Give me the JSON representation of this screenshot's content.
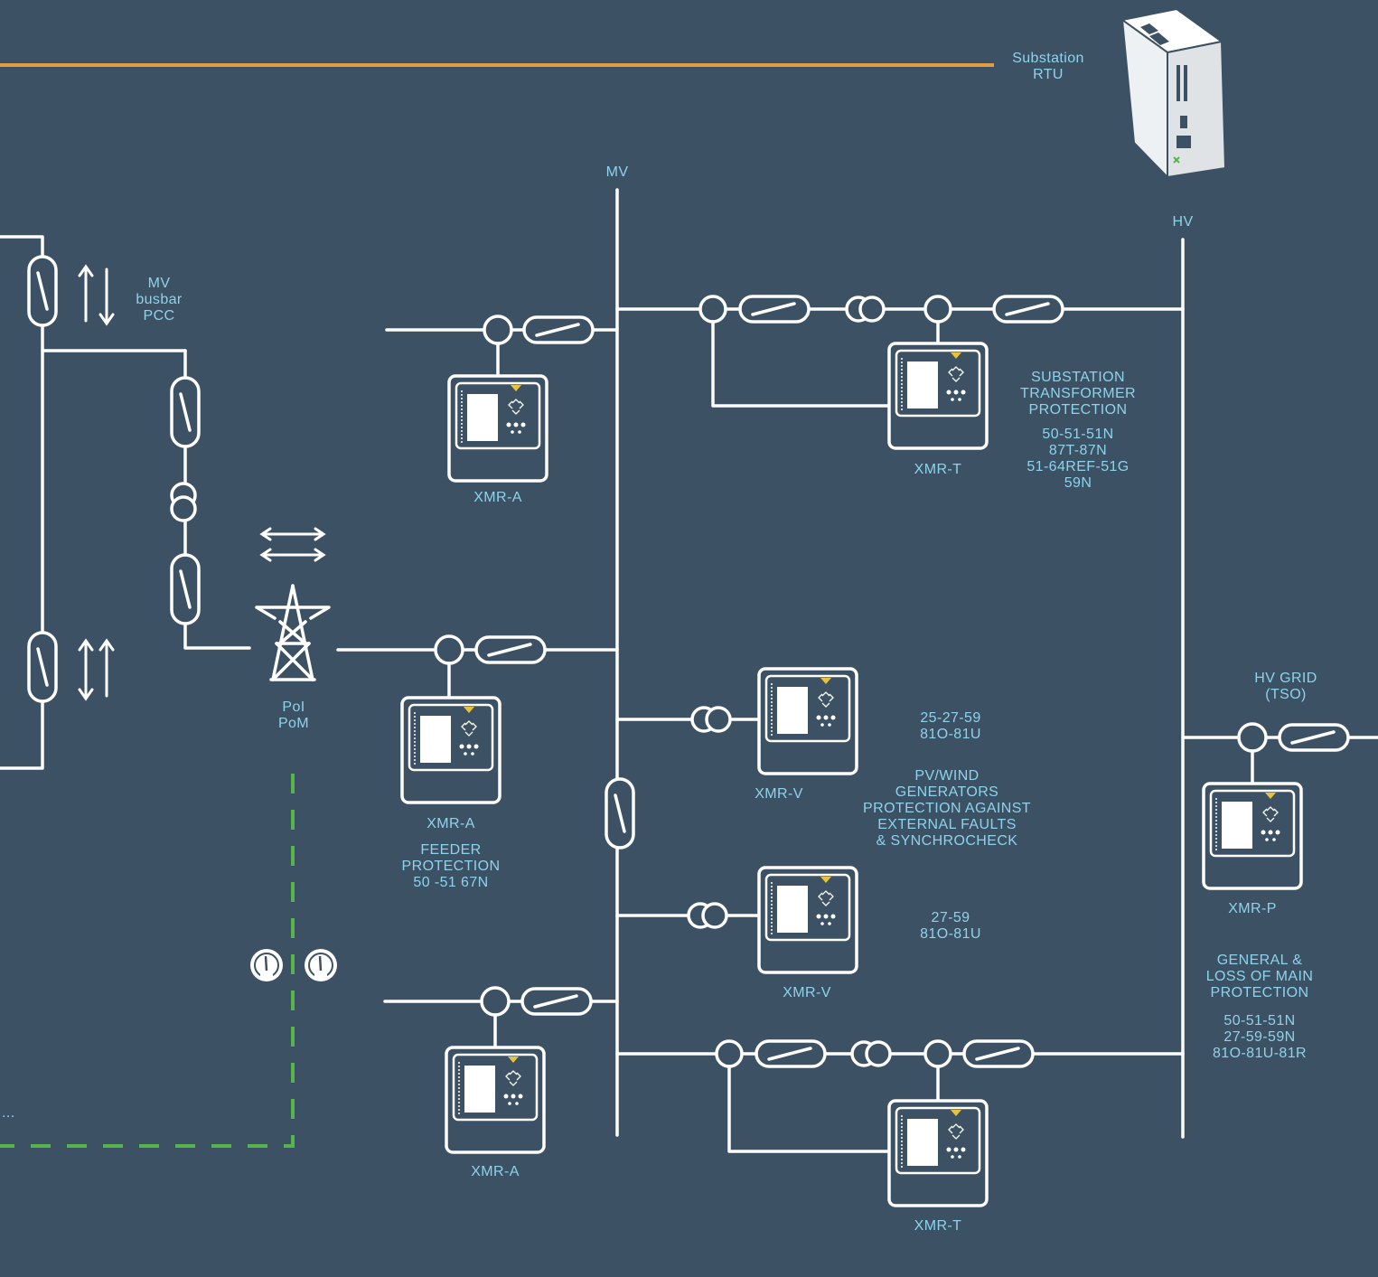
{
  "labels": {
    "substation_rtu": [
      "Substation",
      "RTU"
    ],
    "mv": "MV",
    "hv": "HV",
    "mv_busbar_pcc": [
      "MV",
      "busbar",
      "PCC"
    ],
    "poi_pom": [
      "PoI",
      "PoM"
    ],
    "hv_grid": [
      "HV GRID",
      "(TSO)"
    ],
    "ellipsis": "..."
  },
  "relays": {
    "xmr_a_top": "XMR-A",
    "xmr_t_top": "XMR-T",
    "xmr_a_mid": "XMR-A",
    "xmr_v_1": "XMR-V",
    "xmr_v_2": "XMR-V",
    "xmr_p": "XMR-P",
    "xmr_a_bottom": "XMR-A",
    "xmr_t_bottom": "XMR-T"
  },
  "descriptions": {
    "substation_transformer": [
      "SUBSTATION",
      "TRANSFORMER",
      "PROTECTION"
    ],
    "substation_transformer_codes": [
      "50-51-51N",
      "87T-87N",
      "51-64REF-51G",
      "59N"
    ],
    "feeder": [
      "FEEDER",
      "PROTECTION",
      "50 -51 67N"
    ],
    "v1_codes": [
      "25-27-59",
      "81O-81U"
    ],
    "pv_wind": [
      "PV/WIND",
      "GENERATORS",
      "PROTECTION AGAINST",
      "EXTERNAL FAULTS",
      "& SYNCHROCHECK"
    ],
    "v2_codes": [
      "27-59",
      "81O-81U"
    ],
    "general": [
      "GENERAL &",
      "LOSS OF MAIN",
      "PROTECTION"
    ],
    "general_codes": [
      "50-51-51N",
      "27-59-59N",
      "81O-81U-81R"
    ]
  },
  "colors": {
    "background": "#3c5163",
    "line": "#ffffff",
    "label": "#8ed3ec",
    "communication_bus": "#e39c42",
    "monitoring_link": "#56b44a",
    "relay_indicator": "#e8c33a"
  }
}
